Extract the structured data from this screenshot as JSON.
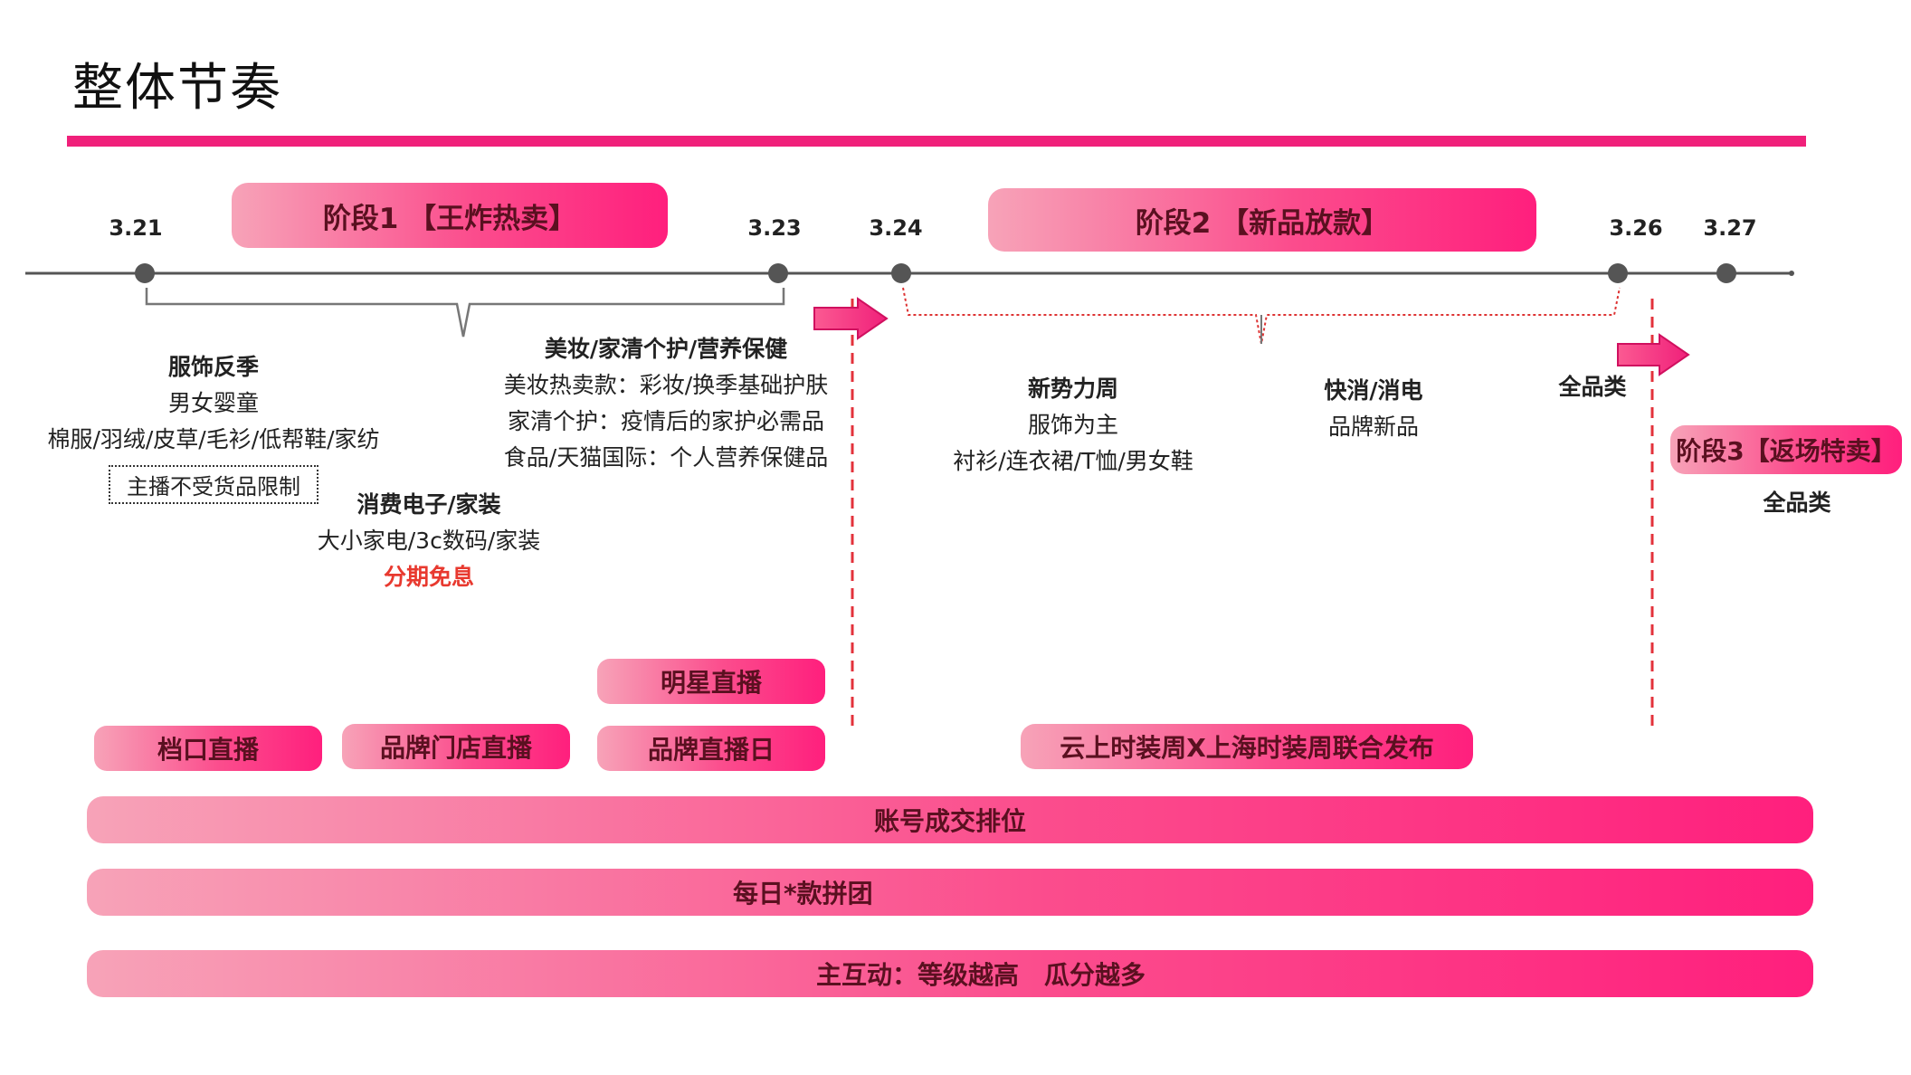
{
  "title": "整体节奏",
  "dates": [
    "3.21",
    "3.23",
    "3.24",
    "3.26",
    "3.27"
  ],
  "phases": {
    "p1": "阶段1 【王炸热卖】",
    "p2": "阶段2 【新品放款】",
    "p3": "阶段3【返场特卖】"
  },
  "group1": {
    "heading": "服饰反季",
    "line1": "男女婴童",
    "line2": "棉服/羽绒/皮草/毛衫/低帮鞋/家纺",
    "note": "主播不受货品限制"
  },
  "group2": {
    "heading": "美妆/家清个护/营养保健",
    "line1": "美妆热卖款：彩妆/换季基础护肤",
    "line2": "家清个护：疫情后的家护必需品",
    "line3": "食品/天猫国际：个人营养保健品"
  },
  "group3": {
    "heading": "消费电子/家装",
    "line1": "大小家电/3c数码/家装",
    "line2": "分期免息"
  },
  "group4": {
    "heading": "新势力周",
    "line1": "服饰为主",
    "line2": "衬衫/连衣裙/T恤/男女鞋"
  },
  "group5": {
    "heading": "快消/消电",
    "line1": "品牌新品"
  },
  "group6": {
    "heading": "全品类"
  },
  "group7": {
    "heading": "全品类"
  },
  "bars": {
    "star_live": "明星直播",
    "stall_live": "档口直播",
    "store_live": "品牌门店直播",
    "brand_day": "品牌直播日",
    "fashion_week": "云上时装周X上海时装周联合发布",
    "account_rank": "账号成交排位",
    "daily_group": "每日*款拼团",
    "main_interaction": "主互动：等级越高　瓜分越多"
  }
}
